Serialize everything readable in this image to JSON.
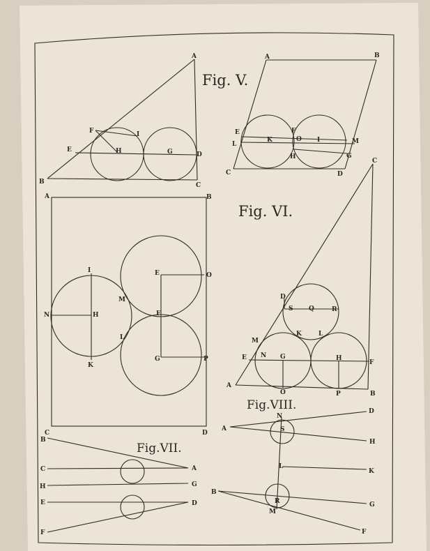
{
  "figures": {
    "fig5": {
      "title": "Fig. V.",
      "left_labels": [
        "A",
        "F",
        "I",
        "E",
        "H",
        "G",
        "D",
        "B",
        "C"
      ],
      "right_labels": [
        "A",
        "B",
        "E",
        "F",
        "L",
        "K",
        "O",
        "I",
        "M",
        "H",
        "G",
        "C",
        "D"
      ]
    },
    "fig6": {
      "title": "Fig. VI.",
      "rect_labels": [
        "A",
        "B",
        "I",
        "E",
        "O",
        "M",
        "N",
        "H",
        "F",
        "L",
        "K",
        "G",
        "P",
        "C",
        "D"
      ],
      "tri_labels": [
        "C",
        "D",
        "S",
        "Q",
        "R",
        "K",
        "L",
        "M",
        "E",
        "N",
        "G",
        "H",
        "F",
        "A",
        "O",
        "P",
        "B"
      ]
    },
    "fig7": {
      "title": "Fig.VII.",
      "labels": [
        "B",
        "C",
        "A",
        "H",
        "G",
        "E",
        "D",
        "F"
      ]
    },
    "fig8": {
      "title": "Fig.VIII.",
      "labels": [
        "D",
        "N",
        "A",
        "S",
        "H",
        "L",
        "K",
        "B",
        "R",
        "G",
        "M",
        "F"
      ]
    }
  },
  "colors": {
    "paper": "#ece4d6",
    "ink": "#2e2a25",
    "background": "#d9cfc0"
  }
}
